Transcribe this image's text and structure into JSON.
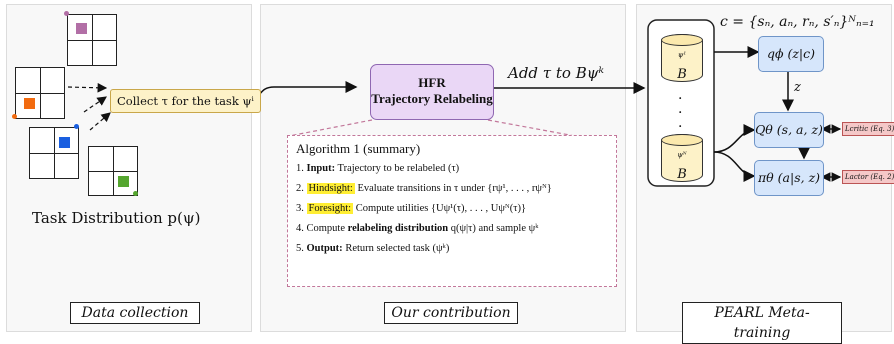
{
  "colors": {
    "grid_task_1": "#b26fa6",
    "grid_task_2": "#f26b10",
    "grid_task_3": "#1a5fe0",
    "grid_task_4": "#55a62f",
    "hfr_fill": "#ead7f6",
    "collect_fill": "#fdf2c8",
    "network_fill": "#d6e6fb",
    "loss_fill": "#f5c8c8",
    "highlight": "#ffee33"
  },
  "left": {
    "collect_label": "Collect τ for the task ψⁱ",
    "task_distribution": "Task Distribution p(ψ)",
    "caption": "Data collection"
  },
  "middle": {
    "hfr_line1": "HFR",
    "hfr_line2": "Trajectory Relabeling",
    "add_label": "Add τ to Bψᵏ",
    "algo_title": "Algorithm 1 (summary)",
    "steps": [
      {
        "num": "1.",
        "key": "Input:",
        "text": "Trajectory to be relabeled (τ)"
      },
      {
        "num": "2.",
        "key": "Hindsight:",
        "text": "Evaluate transitions in τ under {rψ¹, . . . , rψᴺ}"
      },
      {
        "num": "3.",
        "key": "Foresight:",
        "text": "Compute utilities {Uψ¹(τ), . . . , Uψᴺ(τ)}"
      },
      {
        "num": "4.",
        "pre": "Compute",
        "key": "relabeling distribution",
        "text": "q(ψ|τ) and sample ψᵏ"
      },
      {
        "num": "5.",
        "key": "Output:",
        "text": "Return selected task (ψᵏ)"
      }
    ],
    "caption": "Our contribution"
  },
  "right": {
    "context_eq": "c = {sₙ, aₙ, rₙ, s′ₙ}ᴺₙ₌₁",
    "buffer_top": "B",
    "buffer_top_sup": "ψ¹",
    "buffer_bottom": "B",
    "buffer_bottom_sup": "ψᴺ",
    "encoder": "qϕ (z|c)",
    "z_label": "z",
    "critic": "Qθ (s, a, z)",
    "actor": "πθ (a|s, z)",
    "critic_loss": "Lcritic (Eq. 3)",
    "actor_loss": "Lactor (Eq. 2)",
    "caption": "PEARL Meta-training"
  }
}
